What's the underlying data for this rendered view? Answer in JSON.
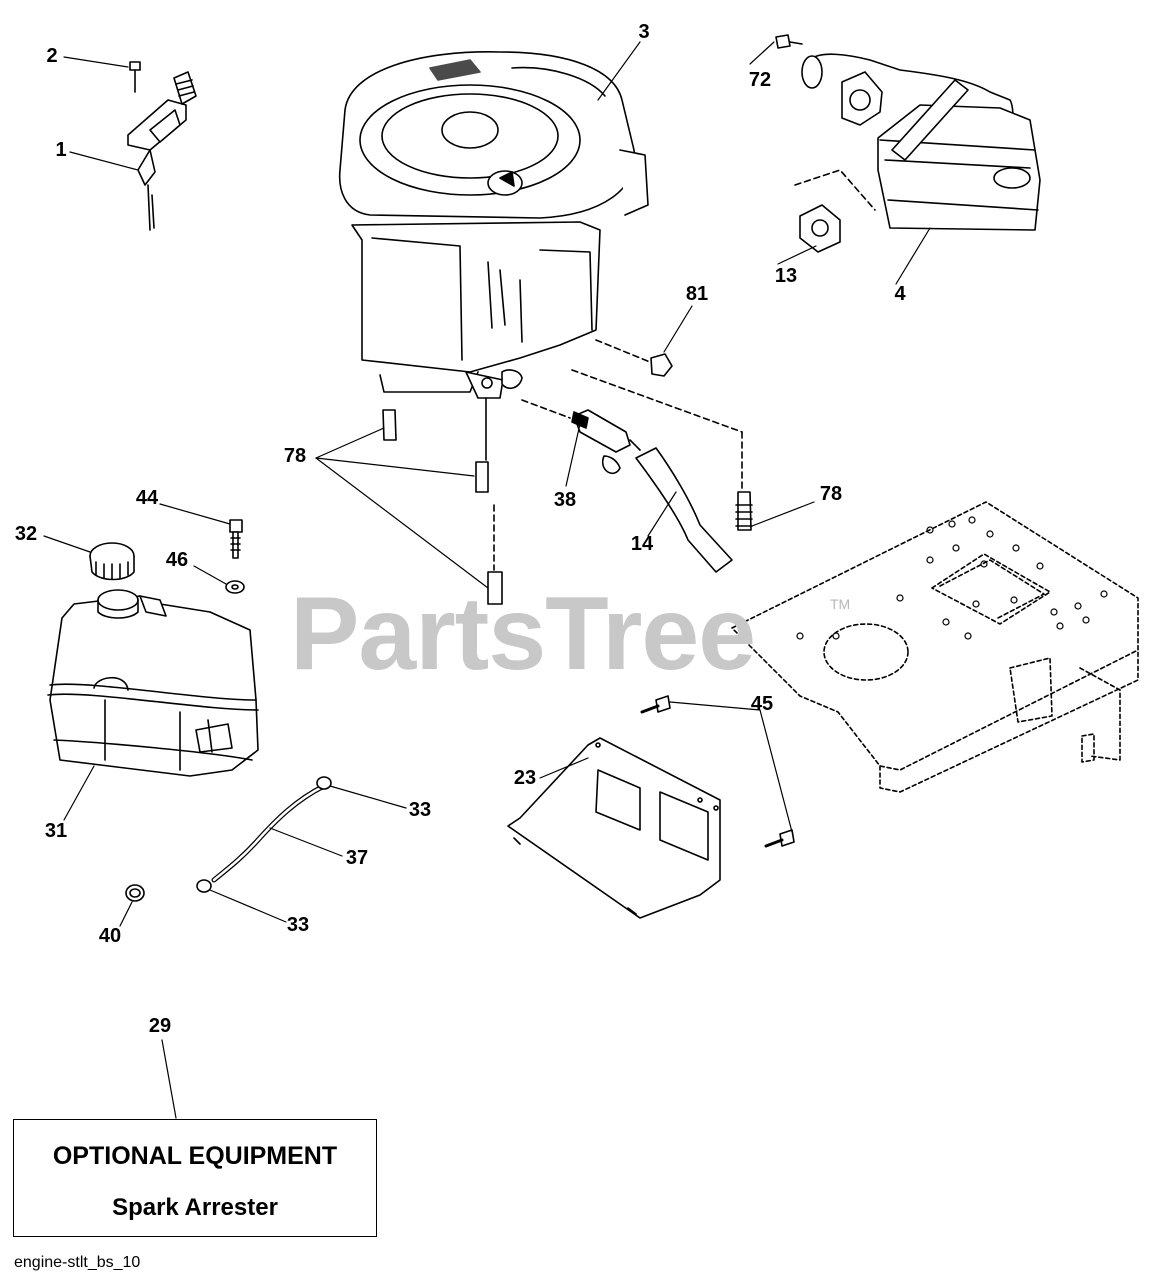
{
  "watermark": {
    "text": "PartsTree",
    "trademark": "TM"
  },
  "callouts": [
    {
      "id": "label-1",
      "text": "1"
    },
    {
      "id": "label-2",
      "text": "2"
    },
    {
      "id": "label-3",
      "text": "3"
    },
    {
      "id": "label-4",
      "text": "4"
    },
    {
      "id": "label-13",
      "text": "13"
    },
    {
      "id": "label-14",
      "text": "14"
    },
    {
      "id": "label-23",
      "text": "23"
    },
    {
      "id": "label-29",
      "text": "29"
    },
    {
      "id": "label-31",
      "text": "31"
    },
    {
      "id": "label-32",
      "text": "32"
    },
    {
      "id": "label-33-top",
      "text": "33"
    },
    {
      "id": "label-33-bottom",
      "text": "33"
    },
    {
      "id": "label-37",
      "text": "37"
    },
    {
      "id": "label-38",
      "text": "38"
    },
    {
      "id": "label-40",
      "text": "40"
    },
    {
      "id": "label-44",
      "text": "44"
    },
    {
      "id": "label-45",
      "text": "45"
    },
    {
      "id": "label-46",
      "text": "46"
    },
    {
      "id": "label-72",
      "text": "72"
    },
    {
      "id": "label-78-left",
      "text": "78"
    },
    {
      "id": "label-78-right",
      "text": "78"
    },
    {
      "id": "label-81",
      "text": "81"
    }
  ],
  "optional_box": {
    "line1": "OPTIONAL EQUIPMENT",
    "line2": "Spark Arrester"
  },
  "diagram_code": "engine-stlt_bs_10"
}
